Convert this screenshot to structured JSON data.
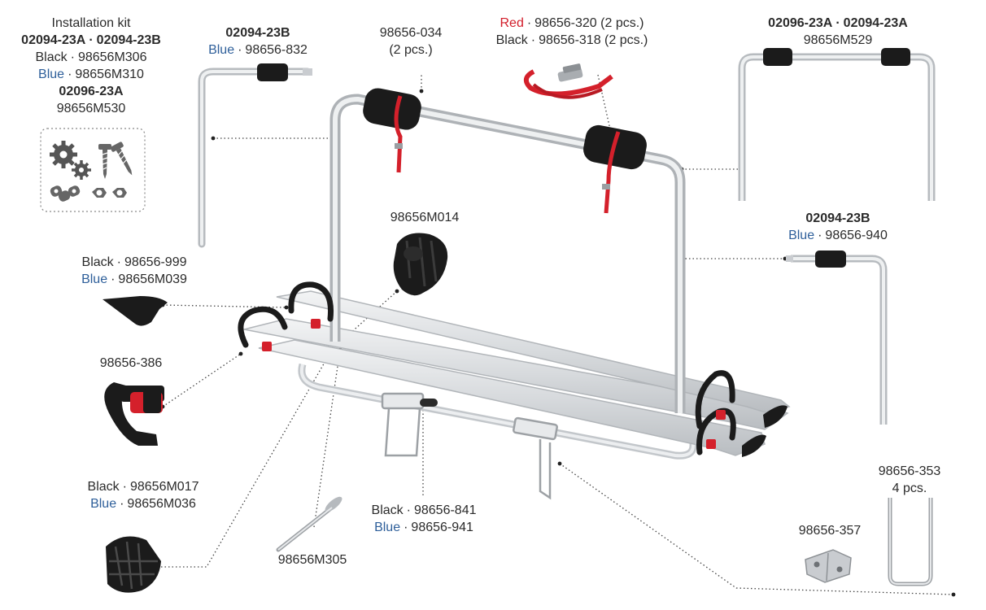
{
  "colors": {
    "blue_label": "#2e5f9a",
    "red_label": "#d21d2a",
    "aluminium": "#dcdfe2",
    "black_part": "#1b1b1b",
    "red_strap": "#d4202b"
  },
  "labels": {
    "kit": {
      "title": "Installation kit",
      "codes_a": "02094-23A",
      "codes_sep": "·",
      "codes_b": "02094-23B",
      "black": "Black",
      "black_code": "98656M306",
      "blue": "Blue",
      "blue_code": "98656M310",
      "sub_code_bold": "02096-23A",
      "sub_code": "98656M530"
    },
    "left_bar": {
      "code_bold": "02094-23B",
      "blue": "Blue",
      "code": "98656-832"
    },
    "blocks": {
      "code": "98656-034",
      "qty": "(2 pcs.)"
    },
    "straps": {
      "red": "Red",
      "red_code": "98656-320 (2 pcs.)",
      "black": "Black",
      "black_code": "98656-318 (2 pcs.)"
    },
    "top_right_bar": {
      "code_a": "02096-23A",
      "sep": "·",
      "code_b": "02094-23A",
      "code": "98656M529"
    },
    "right_bar": {
      "code_bold": "02094-23B",
      "blue": "Blue",
      "code": "98656-940"
    },
    "knob": {
      "code": "98656M014"
    },
    "wheel_end": {
      "black": "Black",
      "black_code": "98656-999",
      "blue": "Blue",
      "blue_code": "98656M039"
    },
    "ratchet_strap": {
      "code": "98656-386"
    },
    "bracket": {
      "black": "Black",
      "black_code": "98656M017",
      "blue": "Blue",
      "blue_code": "98656M036"
    },
    "bolt": {
      "code": "98656M305"
    },
    "rail_holder": {
      "black": "Black",
      "black_code": "98656-841",
      "blue": "Blue",
      "blue_code": "98656-941"
    },
    "u_bolt": {
      "code": "98656-353",
      "qty": "4 pcs."
    },
    "plate": {
      "code": "98656-357"
    }
  },
  "dot": "·"
}
